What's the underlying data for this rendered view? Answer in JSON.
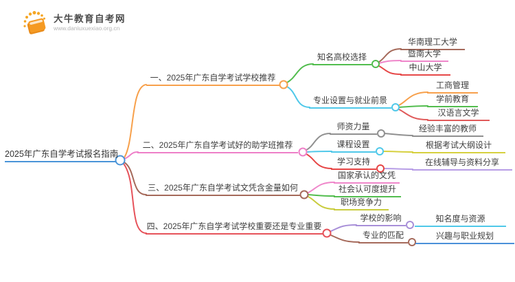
{
  "logo": {
    "title": "大牛教育自考网",
    "url": "www.daniuxuexiao.org.cn",
    "icon_color": "#f59a23"
  },
  "root": {
    "label": "2025年广东自学考试报名指南",
    "color": "#4a94d8"
  },
  "branches": [
    {
      "label": "一、2025年广东自学考试学校推荐",
      "color": "#f7a04b",
      "children": [
        {
          "label": "知名高校选择",
          "color": "#52bd4e",
          "children": [
            {
              "label": "华南理工大学",
              "color": "#a5695a"
            },
            {
              "label": "暨南大学",
              "color": "#ef86ca"
            },
            {
              "label": "中山大学",
              "color": "#e64848"
            }
          ]
        },
        {
          "label": "专业设置与就业前景",
          "color": "#4fc8e9",
          "children": [
            {
              "label": "工商管理",
              "color": "#f7a04b"
            },
            {
              "label": "学前教育",
              "color": "#52bd4e"
            },
            {
              "label": "汉语言文学",
              "color": "#e05a5a"
            }
          ]
        }
      ]
    },
    {
      "label": "二、2025年广东自学考试好的助学班推荐",
      "color": "#ee7fc8",
      "children": [
        {
          "label": "师资力量",
          "color": "#909090",
          "children": [
            {
              "label": "经验丰富的教师",
              "color": "#909090"
            }
          ]
        },
        {
          "label": "课程设置",
          "color": "#4fc8e9",
          "children": [
            {
              "label": "根据考试大纲设计",
              "color": "#d6d03e"
            }
          ]
        },
        {
          "label": "学习支持",
          "color": "#e64444",
          "children": [
            {
              "label": "在线辅导与资料分享",
              "color": "#b79de6"
            }
          ]
        }
      ]
    },
    {
      "label": "三、2025年广东自学考试文凭含金量如何",
      "color": "#a5695a",
      "children": [
        {
          "label": "国家承认的文凭",
          "color": "#ef86ca"
        },
        {
          "label": "社会认可度提升",
          "color": "#52bd4e"
        },
        {
          "label": "职场竞争力",
          "color": "#c9cc3e"
        }
      ]
    },
    {
      "label": "四、2025年广东自学考试学校重要还是专业重要",
      "color": "#e6525a",
      "children": [
        {
          "label": "学校的影响",
          "color": "#a88fd8",
          "children": [
            {
              "label": "知名度与资源",
              "color": "#4fc8e9"
            }
          ]
        },
        {
          "label": "专业的匹配",
          "color": "#a5695a",
          "children": [
            {
              "label": "兴趣与职业规划",
              "color": "#4a90d9"
            }
          ]
        }
      ]
    }
  ]
}
